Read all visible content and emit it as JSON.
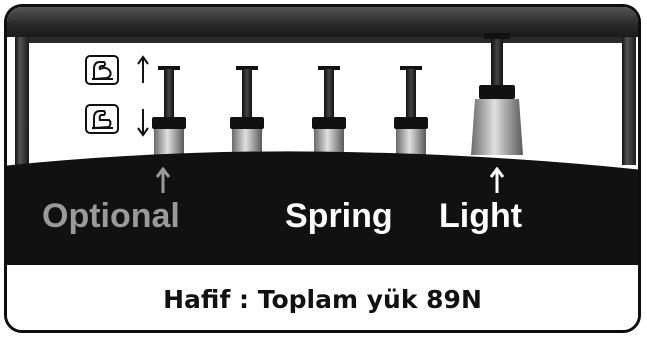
{
  "labels": {
    "optional": "Optional",
    "spring": "Spring",
    "light": "Light"
  },
  "caption": "Hafif : Toplam yük 89N",
  "icons": {
    "flex_up": "arm-flex-up-icon",
    "flex_down": "arm-flex-down-icon",
    "arrow_up": "arrow-up-icon",
    "arrow_down": "arrow-down-icon"
  },
  "colors": {
    "dark_ground": "#111111",
    "optional_text": "#9a9a9a",
    "highlight_text": "#ffffff"
  }
}
